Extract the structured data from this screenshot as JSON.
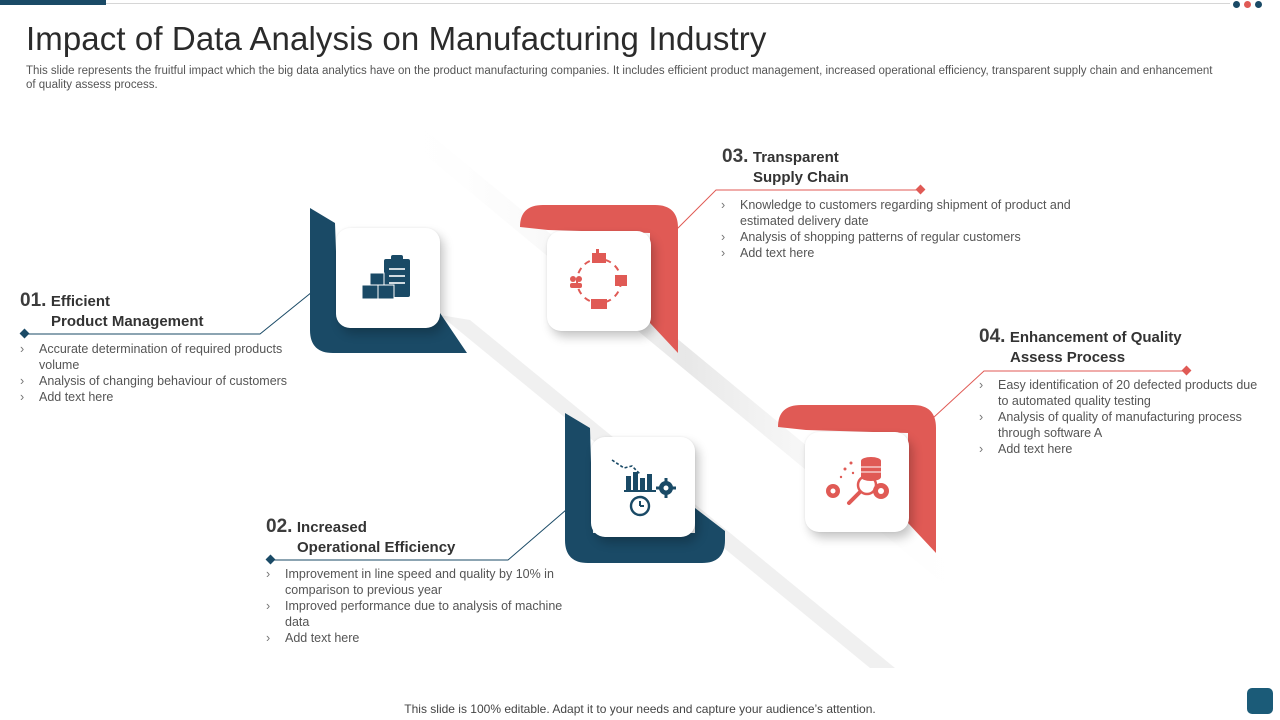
{
  "slide": {
    "title": "Impact of Data Analysis on Manufacturing Industry",
    "description": "This slide represents the fruitful impact which the big data analytics have on the product manufacturing companies. It includes efficient product management, increased operational efficiency, transparent supply chain and enhancement of quality assess process.",
    "footer": "This slide is 100% editable. Adapt it to your needs and capture your audience’s attention."
  },
  "colors": {
    "navy": "#1a4a66",
    "red": "#e05a55",
    "accent_bar": "#1a4a66",
    "corner_button": "#1b5b78"
  },
  "items": [
    {
      "number": "01.",
      "title_line1": "Efficient",
      "title_line2": "Product Management",
      "icon": "inventory-clipboard-icon",
      "bullets": [
        "Accurate determination of required products volume",
        "Analysis of changing behaviour  of customers",
        "Add text here"
      ]
    },
    {
      "number": "02.",
      "title_line1": "Increased",
      "title_line2": "Operational Efficiency",
      "icon": "chart-clock-gear-icon",
      "bullets": [
        "Improvement  in line speed and quality by 10% in comparison to previous  year",
        "Improved  performance  due to analysis of machine data",
        "Add text here"
      ]
    },
    {
      "number": "03.",
      "title_line1": "Transparent",
      "title_line2": "Supply Chain",
      "icon": "supply-cycle-icon",
      "bullets": [
        "Knowledge to customers regarding shipment of product and estimated delivery  date",
        "Analysis of shopping patterns of regular customers",
        "Add text here"
      ]
    },
    {
      "number": "04.",
      "title_line1": "Enhancement of Quality",
      "title_line2": "Assess Process",
      "icon": "database-gear-search-icon",
      "bullets": [
        "Easy identification of 20 defected products due to automated quality testing",
        "Analysis of quality of manufacturing  process through software  A",
        "Add text here"
      ]
    }
  ]
}
